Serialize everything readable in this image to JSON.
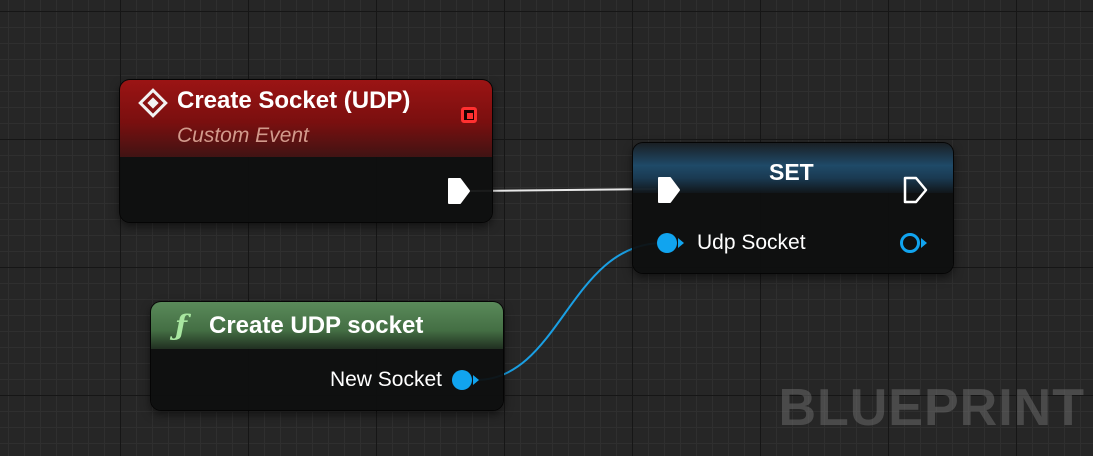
{
  "event_node": {
    "title": "Create Socket (UDP)",
    "subtitle": "Custom Event",
    "icon": "event-diamond-icon",
    "header_color": "#8b1010"
  },
  "set_node": {
    "title": "SET",
    "input_label": "Udp Socket",
    "header_color": "#1d4d6b"
  },
  "function_node": {
    "title": "Create UDP socket",
    "icon": "function-f-icon",
    "output_label": "New Socket",
    "header_color": "#4a7a4a"
  },
  "pin_colors": {
    "exec": "#ffffff",
    "object": "#11a4ef"
  },
  "watermark": "BLUEPRINT"
}
